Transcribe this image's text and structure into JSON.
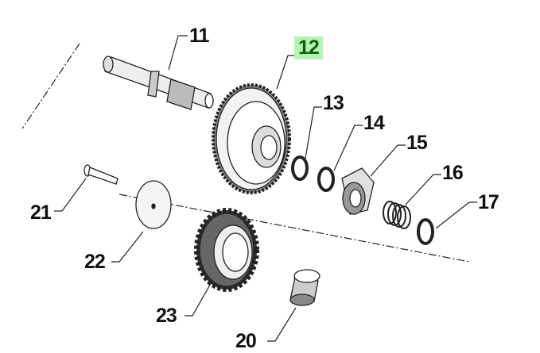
{
  "diagram": {
    "type": "exploded-parts-diagram",
    "highlight_color": "#b4f5b0",
    "highlight_text_color": "#145c14",
    "callouts": [
      {
        "id": "11",
        "label": "11",
        "highlighted": false
      },
      {
        "id": "12",
        "label": "12",
        "highlighted": true
      },
      {
        "id": "13",
        "label": "13",
        "highlighted": false
      },
      {
        "id": "14",
        "label": "14",
        "highlighted": false
      },
      {
        "id": "15",
        "label": "15",
        "highlighted": false
      },
      {
        "id": "16",
        "label": "16",
        "highlighted": false
      },
      {
        "id": "17",
        "label": "17",
        "highlighted": false
      },
      {
        "id": "21",
        "label": "21",
        "highlighted": false
      },
      {
        "id": "22",
        "label": "22",
        "highlighted": false
      },
      {
        "id": "23",
        "label": "23",
        "highlighted": false
      },
      {
        "id": "20",
        "label": "20",
        "highlighted": false
      }
    ]
  }
}
